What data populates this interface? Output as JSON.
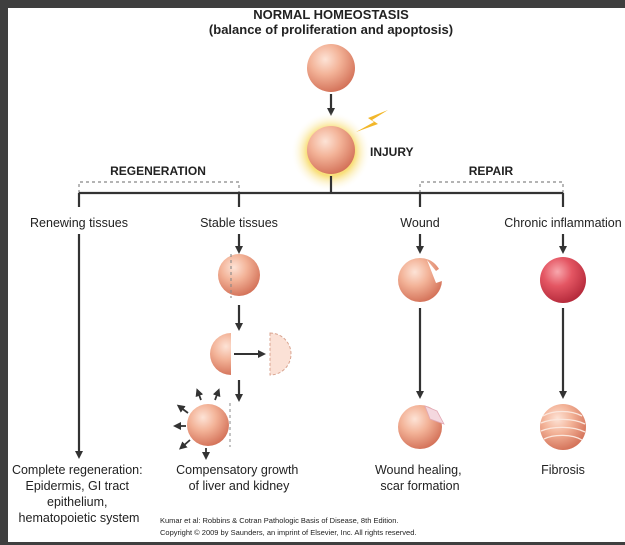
{
  "title": {
    "line1": "NORMAL HOMEOSTASIS",
    "line2": "(balance of proliferation and apoptosis)"
  },
  "injury_label": "INJURY",
  "regeneration_label": "REGENERATION",
  "repair_label": "REPAIR",
  "branches": {
    "renewing": "Renewing tissues",
    "stable": "Stable tissues",
    "wound": "Wound",
    "chronic": "Chronic inflammation"
  },
  "outcomes": {
    "complete_regeneration": [
      "Complete regeneration:",
      "Epidermis, GI tract",
      "epithelium,",
      "hematopoietic system"
    ],
    "compensatory": [
      "Compensatory growth",
      "of liver and kidney"
    ],
    "wound_healing": [
      "Wound healing,",
      "scar formation"
    ],
    "fibrosis": [
      "Fibrosis"
    ]
  },
  "credits": {
    "line1": "Kumar et al: Robbins & Cotran Pathologic Basis of Disease, 8th Edition.",
    "line2": "Copyright © 2009 by Saunders, an imprint of Elsevier, Inc. All rights reserved."
  },
  "icons": [
    "normal-cell-icon",
    "injured-cell-icon",
    "lightning-bolt-icon",
    "divided-cell-icon",
    "bitten-cell-icon",
    "inflamed-cell-icon",
    "scarred-cell-icon",
    "fibrous-cell-icon"
  ],
  "colors": {
    "cell": "#f0a88c",
    "cell_dark": "#d4735a",
    "inflamed": "#e0505e",
    "glow": "#f7d75a",
    "bolt": "#f2b72a",
    "line": "#333333",
    "dashed": "#888888",
    "ghost": "#fbe1d6"
  }
}
